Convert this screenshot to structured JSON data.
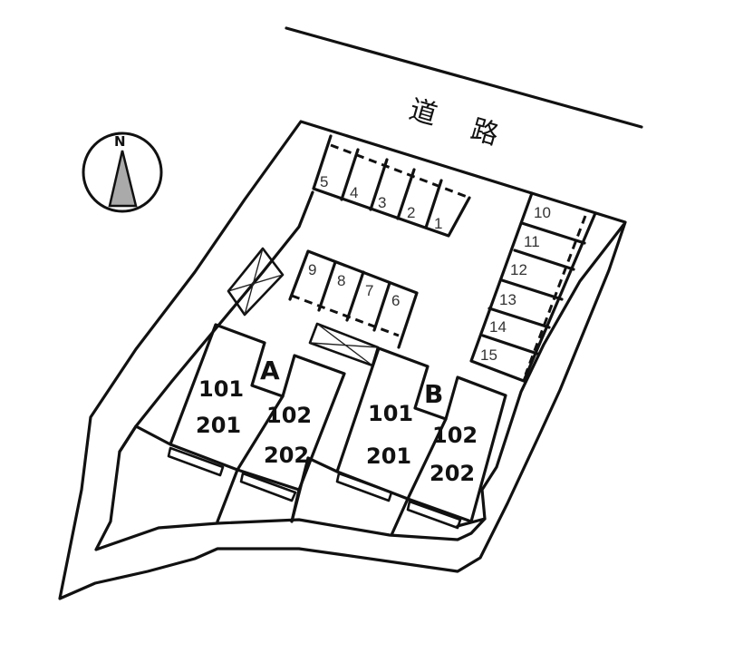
{
  "map": {
    "type": "site-layout-plan",
    "road_label": "道　路",
    "road_chars": [
      "道",
      "路"
    ],
    "compass": {
      "label": "N",
      "fill": "#aaaaaa"
    },
    "buildings": [
      {
        "name": "A",
        "units": [
          "101",
          "201",
          "102",
          "202"
        ]
      },
      {
        "name": "B",
        "units": [
          "101",
          "201",
          "102",
          "202"
        ]
      }
    ],
    "parking": {
      "row_top": [
        "5",
        "4",
        "3",
        "2",
        "1"
      ],
      "row_middle": [
        "9",
        "8",
        "7",
        "6"
      ],
      "row_right": [
        "10",
        "11",
        "12",
        "13",
        "14",
        "15"
      ]
    },
    "colors": {
      "line": "#111111",
      "background": "#ffffff",
      "compass_fill": "#aaaaaa"
    }
  }
}
